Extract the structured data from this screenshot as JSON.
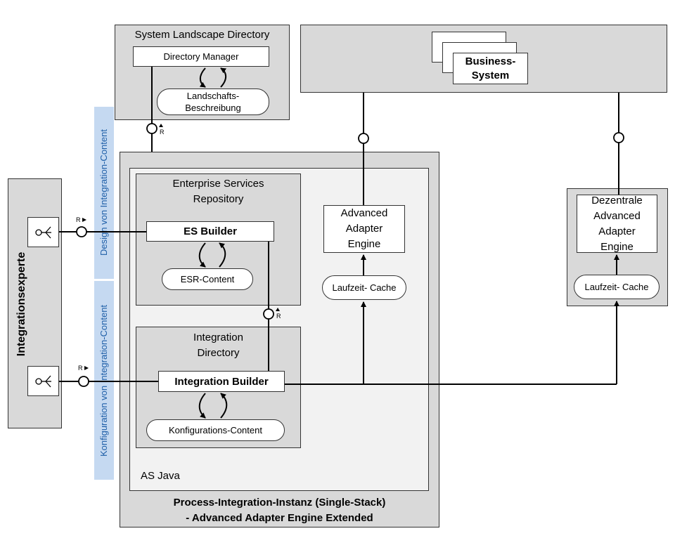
{
  "sld": {
    "title": "System Landscape Directory",
    "directory_manager": "Directory Manager",
    "landscape_description": "Landschafts-\nBeschreibung"
  },
  "business_system": {
    "label": "Business-\nSystem"
  },
  "pi_instance": {
    "caption": "Process-Integration-Instanz (Single-Stack)\n- Advanced Adapter Engine Extended",
    "as_java": "AS Java",
    "esr": {
      "title": "Enterprise Services\nRepository",
      "builder": "ES Builder",
      "content": "ESR-Content"
    },
    "id": {
      "title": "Integration\nDirectory",
      "builder": "Integration Builder",
      "content": "Konfigurations-Content"
    },
    "aae": {
      "title": "Advanced\nAdapter\nEngine",
      "cache": "Laufzeit- Cache"
    }
  },
  "decentral_aae": {
    "title": "Dezentrale\nAdvanced\nAdapter\nEngine",
    "cache": "Laufzeit- Cache"
  },
  "actor": {
    "label": "Integrationsexperte"
  },
  "bands": {
    "design": "Design von Integration-Content",
    "config": "Konfiguration von Integration-Content"
  },
  "r_label": "R"
}
